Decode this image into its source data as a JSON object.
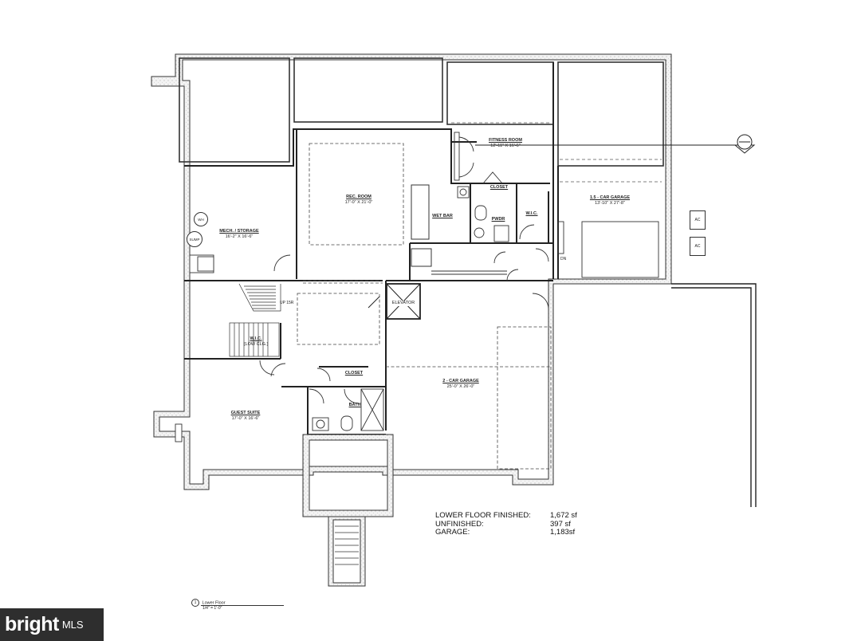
{
  "rooms": {
    "mech": {
      "title": "MECH. / STORAGE",
      "dims": "16'-2\" X 16'-6\""
    },
    "rec": {
      "title": "REC. ROOM",
      "dims": "17'-0\" X 21'-0\""
    },
    "fitness": {
      "title": "FITNESS ROOM",
      "dims": "12'-11\" X 16'-6\""
    },
    "closet_upper": {
      "title": "CLOSET"
    },
    "wet_bar": {
      "title": "WET BAR"
    },
    "pwdr": {
      "title": "PWDR"
    },
    "wic_upper": {
      "title": "W.I.C."
    },
    "one_car": {
      "title": "1.5 - CAR GARAGE",
      "dims": "13'-10\" X 27'-8\""
    },
    "elevator": {
      "title": "ELEVATOR"
    },
    "wic_lower": {
      "title": "W.I.C.",
      "note": "(LOW CLG.)"
    },
    "closet_lower": {
      "title": "CLOSET"
    },
    "bath": {
      "title": "BATH"
    },
    "guest": {
      "title": "GUEST SUITE",
      "dims": "17'-0\" X 16'-6\""
    },
    "two_car": {
      "title": "2 - CAR GARAGE",
      "dims": "25'-0\" X 26'-0\""
    }
  },
  "symbols": {
    "wh": "WH",
    "sump": "SUMP",
    "ac1": "AC",
    "ac2": "AC",
    "stair_note": "UP 15R",
    "dn": "DN"
  },
  "summary": [
    {
      "label": "LOWER FLOOR FINISHED:",
      "value": "1,672 sf"
    },
    {
      "label": "UNFINISHED:",
      "value": "397 sf"
    },
    {
      "label": "GARAGE:",
      "value": "1,183sf"
    }
  ],
  "caption": {
    "number": "1",
    "title": "Lower Floor",
    "scale": "1/4\" = 1'-0\""
  },
  "watermark": {
    "brand": "bright",
    "suffix": "MLS"
  }
}
